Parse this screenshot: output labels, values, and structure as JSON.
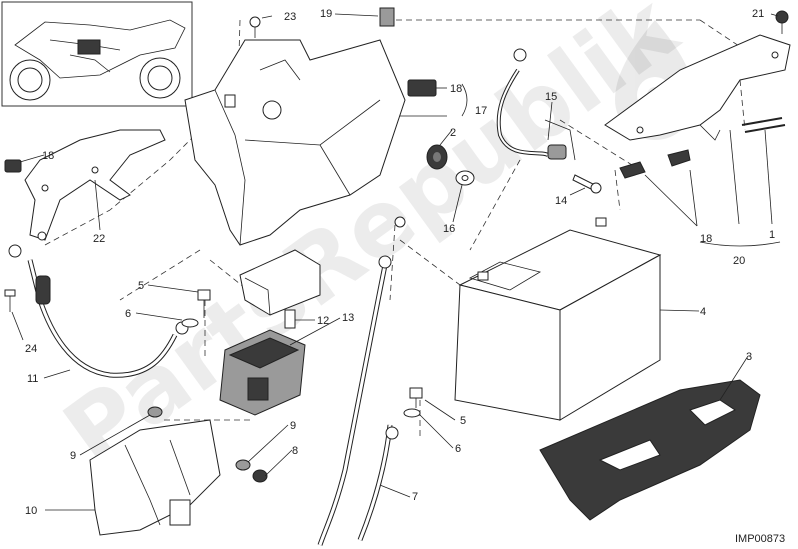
{
  "diagram": {
    "code": "IMP00873",
    "watermark": "PartsRepublik",
    "callouts": [
      {
        "id": "c1",
        "text": "1"
      },
      {
        "id": "c2",
        "text": "2"
      },
      {
        "id": "c3",
        "text": "3"
      },
      {
        "id": "c4",
        "text": "4"
      },
      {
        "id": "c5a",
        "text": "5"
      },
      {
        "id": "c5b",
        "text": "5"
      },
      {
        "id": "c6a",
        "text": "6"
      },
      {
        "id": "c6b",
        "text": "6"
      },
      {
        "id": "c7",
        "text": "7"
      },
      {
        "id": "c8",
        "text": "8"
      },
      {
        "id": "c9a",
        "text": "9"
      },
      {
        "id": "c9b",
        "text": "9"
      },
      {
        "id": "c10",
        "text": "10"
      },
      {
        "id": "c11",
        "text": "11"
      },
      {
        "id": "c12",
        "text": "12"
      },
      {
        "id": "c13",
        "text": "13"
      },
      {
        "id": "c14",
        "text": "14"
      },
      {
        "id": "c15",
        "text": "15"
      },
      {
        "id": "c16",
        "text": "16"
      },
      {
        "id": "c17",
        "text": "17"
      },
      {
        "id": "c18a",
        "text": "18"
      },
      {
        "id": "c18b",
        "text": "18"
      },
      {
        "id": "c18c",
        "text": "18"
      },
      {
        "id": "c19",
        "text": "19"
      },
      {
        "id": "c20",
        "text": "20"
      },
      {
        "id": "c21",
        "text": "21"
      },
      {
        "id": "c22",
        "text": "22"
      },
      {
        "id": "c23",
        "text": "23"
      },
      {
        "id": "c24",
        "text": "24"
      }
    ]
  }
}
